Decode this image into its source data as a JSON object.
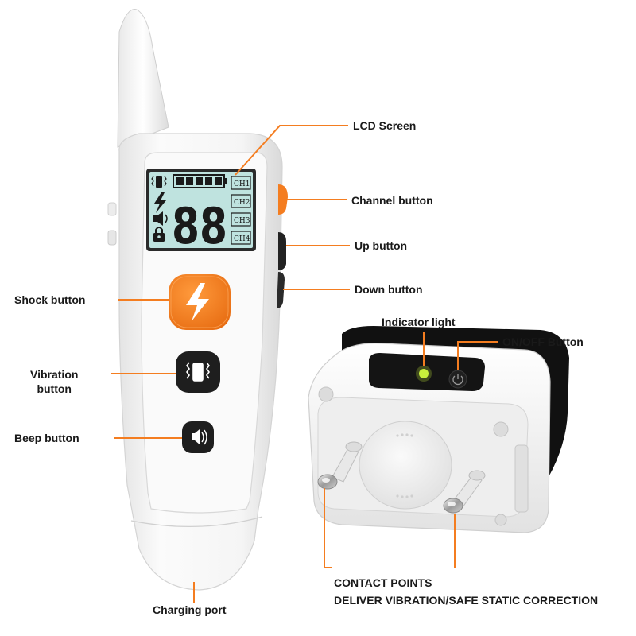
{
  "labels": {
    "lcd_screen": "LCD Screen",
    "channel_button": "Channel button",
    "up_button": "Up button",
    "down_button": "Down button",
    "shock_button": "Shock button",
    "vibration_button_line1": "Vibration",
    "vibration_button_line2": "button",
    "beep_button": "Beep button",
    "indicator_light": "Indicator light",
    "on_off_button": "ON/OFF Button",
    "contact_points_line1": "CONTACT POINTS",
    "contact_points_line2": "DELIVER VIBRATION/SAFE STATIC CORRECTION",
    "charging_port": "Charging port"
  },
  "lcd": {
    "digits": "88",
    "channels": [
      "CH1",
      "CH2",
      "CH3",
      "CH4"
    ],
    "battery_segments": 5
  },
  "colors": {
    "accent_orange": "#f47d20",
    "lcd_background": "#bfe3df",
    "device_body": "#f7f7f7",
    "button_dark": "#1e1e1e",
    "indicator_light": "#c8f03c",
    "callout_line": "#f47d20"
  },
  "icons": {
    "shock": "lightning-bolt-icon",
    "vibration": "vibration-icon",
    "beep": "speaker-icon",
    "power": "power-icon",
    "lock": "lock-icon"
  }
}
